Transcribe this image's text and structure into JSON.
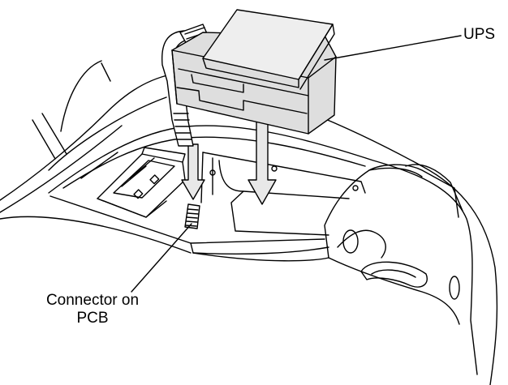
{
  "labels": {
    "ups": "UPS",
    "connector_line1": "Connector on",
    "connector_line2": "PCB"
  },
  "colors": {
    "stroke": "#000000",
    "module_fill": "#dedede",
    "module_top": "#eeeeee",
    "arrow_fill": "#e8e8e8",
    "background": "#ffffff"
  }
}
